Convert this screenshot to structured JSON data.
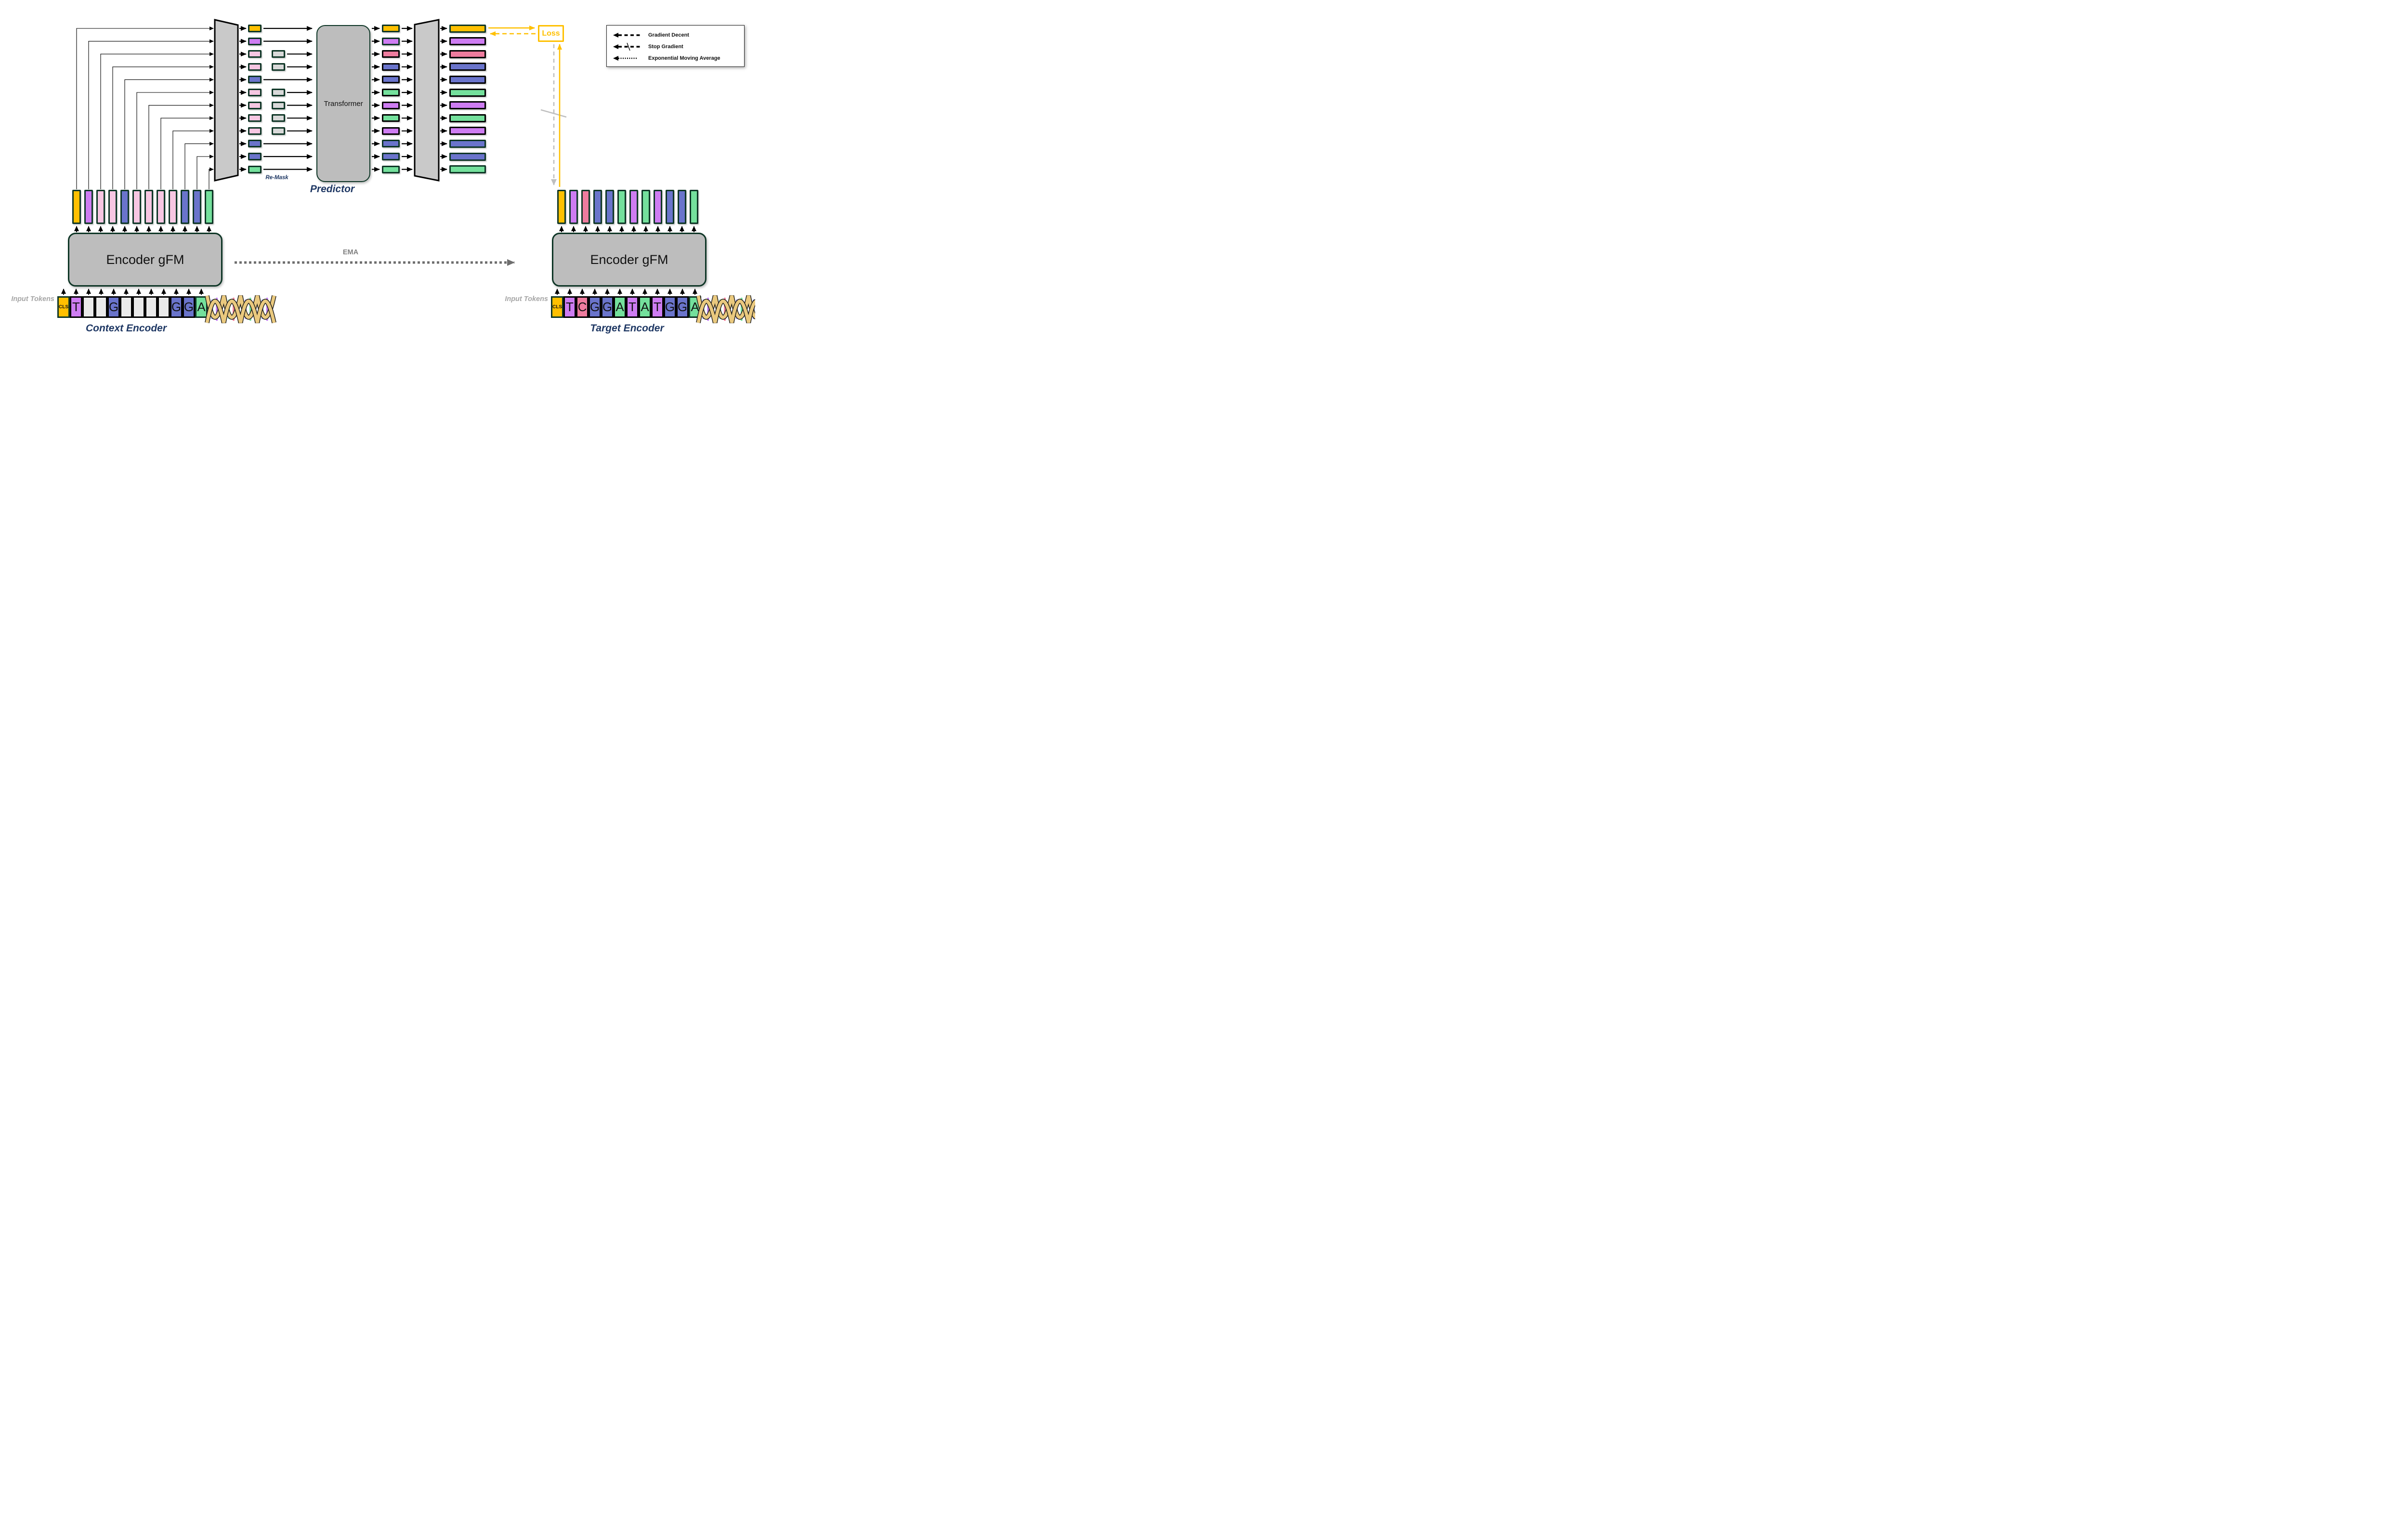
{
  "labels": {
    "loss": "Loss",
    "transformer": "Transformer",
    "predictor": "Predictor",
    "re_mask": "Re-Mask",
    "ema": "EMA",
    "encoder_gfm": "Encoder gFM",
    "context_encoder": "Context Encoder",
    "target_encoder": "Target Encoder",
    "input_tokens": "Input Tokens",
    "cls": "CLS"
  },
  "legend": {
    "items": [
      {
        "style": "dashed",
        "label": "Gradient Decent"
      },
      {
        "style": "dashed-slash",
        "label": "Stop Gradient"
      },
      {
        "style": "dotted",
        "label": "Exponential Moving Average"
      }
    ]
  },
  "colors": {
    "gold": "#FFC000",
    "violet": "#CE7CF2",
    "pink": "#F7C6E2",
    "rose": "#EE7C9E",
    "blue": "#6A74CB",
    "green": "#74E09C",
    "blank": "#EAEAEA",
    "mask": "#D9D9D9",
    "block_gray": "#BDBDBD",
    "border_green": "#0E3626",
    "border_black": "#000000",
    "navy": "#1F3864",
    "gray_text": "#A6A6A6",
    "ema_gray": "#6E6E6E",
    "stop_gray": "#BFBFBF",
    "accent_yellow": "#FFC000",
    "dna_ribbon": "#EAC97E"
  },
  "letter_colors": {
    "CLS": "gold",
    "T": "violet",
    "C": "rose",
    "G": "blue",
    "A": "green",
    "": "blank"
  },
  "sequences": {
    "context_input": [
      "CLS",
      "T",
      "",
      "",
      "G",
      "",
      "",
      "",
      "",
      "G",
      "G",
      "A"
    ],
    "target_input": [
      "CLS",
      "T",
      "C",
      "G",
      "G",
      "A",
      "T",
      "A",
      "T",
      "G",
      "G",
      "A"
    ],
    "context_embedding_colors": [
      "gold",
      "violet",
      "pink",
      "pink",
      "blue",
      "pink",
      "pink",
      "pink",
      "pink",
      "blue",
      "blue",
      "green"
    ],
    "predicted_colors": [
      "gold",
      "violet",
      "rose",
      "blue",
      "blue",
      "green",
      "violet",
      "green",
      "violet",
      "blue",
      "blue",
      "green"
    ],
    "masked_positions": [
      2,
      3,
      5,
      6,
      7,
      8
    ],
    "context_positions": [
      0,
      1,
      4,
      9,
      10,
      11
    ],
    "predictor_out_green_border": [
      0,
      1,
      9,
      10,
      11
    ],
    "final_out_green_border": [
      0,
      9,
      10,
      11
    ]
  }
}
